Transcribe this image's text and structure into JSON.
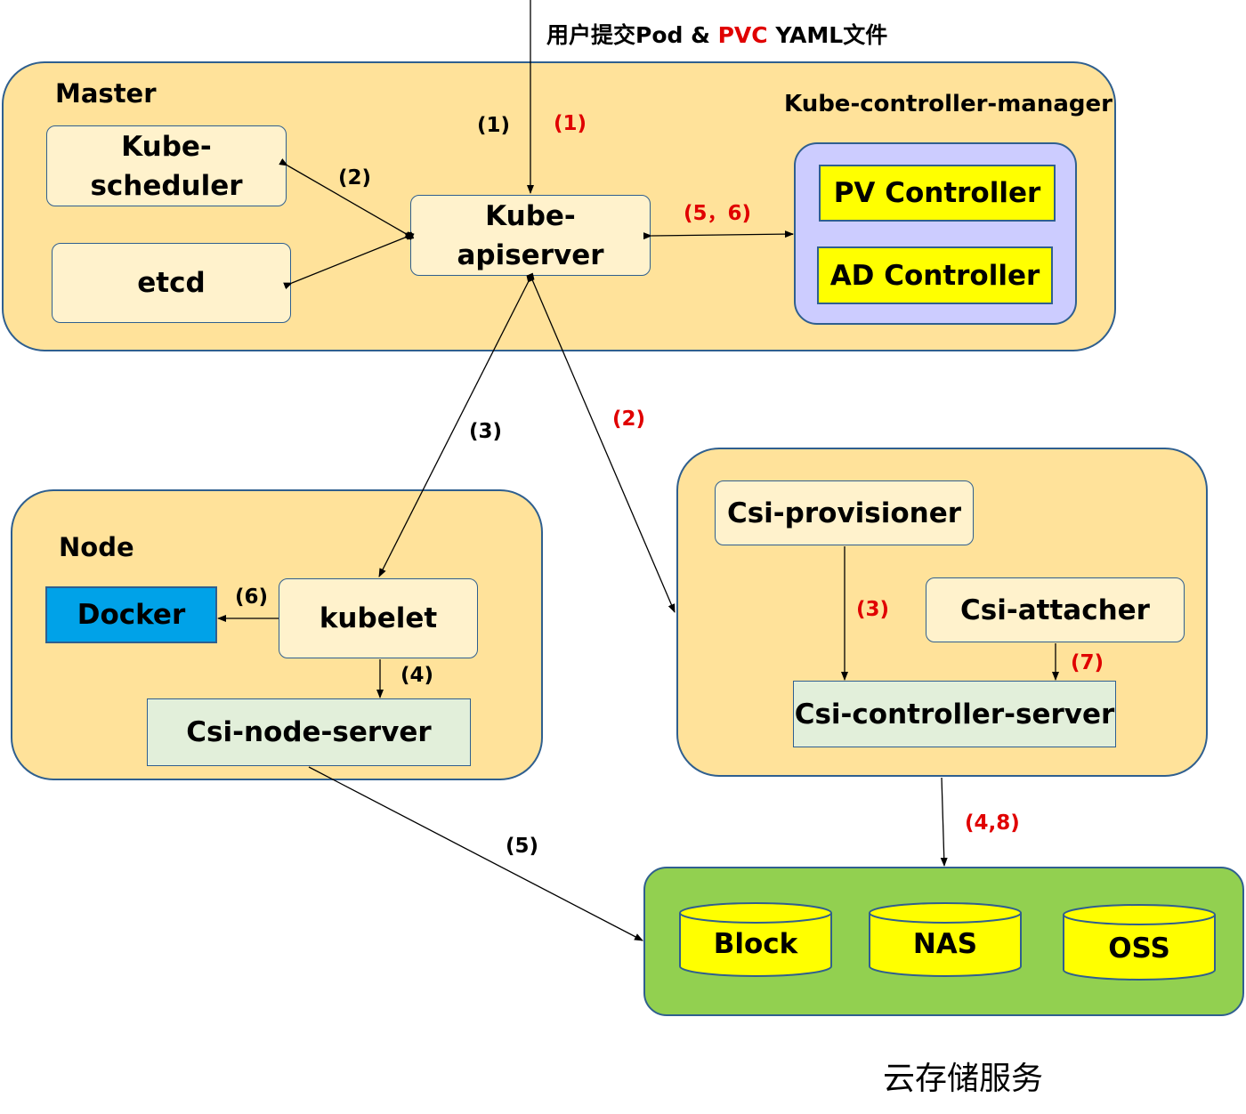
{
  "header": {
    "submit_prefix": "用户提交Pod & ",
    "submit_pvc": "PVC",
    "submit_suffix": " YAML文件"
  },
  "master": {
    "title": "Master",
    "scheduler": "Kube-\nscheduler",
    "etcd": "etcd",
    "apiserver": "Kube-\napiserver",
    "controller_manager": {
      "title": "Kube-controller-manager",
      "pv_controller": "PV Controller",
      "ad_controller": "AD Controller"
    }
  },
  "node": {
    "title": "Node",
    "docker": "Docker",
    "kubelet": "kubelet",
    "csi_node_server": "Csi-node-server"
  },
  "csi": {
    "provisioner": "Csi-provisioner",
    "attacher": "Csi-attacher",
    "controller_server": "Csi-controller-server"
  },
  "storage": {
    "block": "Block",
    "nas": "NAS",
    "oss": "OSS",
    "caption": "云存储服务"
  },
  "steps": {
    "black_1": "(1)",
    "red_1": "(1)",
    "black_2": "(2)",
    "red_5_6": "(5，6)",
    "black_3": "(3)",
    "red_2": "(2)",
    "black_6": "(6)",
    "black_4": "(4)",
    "red_3": "(3)",
    "red_7": "(7)",
    "red_4_8": "(4,8)",
    "black_5": "(5)"
  },
  "colors": {
    "group_fill": "#ffe29a",
    "box_fill": "#fff2cc",
    "csi_server_fill": "#e2efda",
    "controller_container": "#ccccff",
    "controller_fill": "#ffff00",
    "docker_fill": "#00a2e8",
    "storage_fill": "#92d050",
    "highlight_text": "#e00000"
  }
}
